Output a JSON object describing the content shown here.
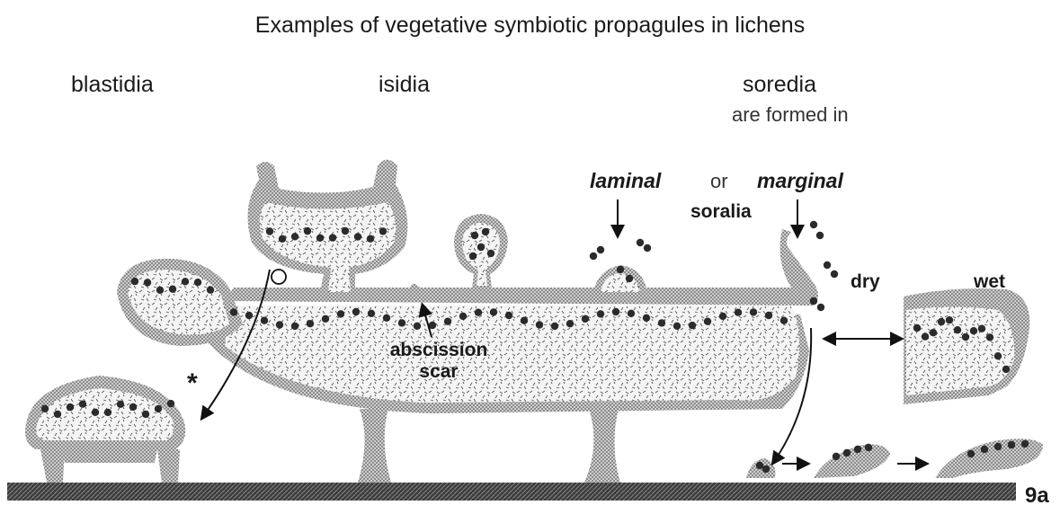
{
  "title": "Examples of vegetative symbiotic propagules in lichens",
  "sections": {
    "blastidia": "blastidia",
    "isidia": "isidia",
    "soredia": "soredia",
    "soredia_sub": "are formed in"
  },
  "soralia": {
    "laminal": "laminal",
    "or": "or",
    "marginal": "marginal",
    "soralia": "soralia"
  },
  "states": {
    "dry": "dry",
    "wet": "wet"
  },
  "annotations": {
    "abscission_1": "abscission",
    "abscission_2": "scar",
    "asterisk": "*"
  },
  "figure_label": "9a",
  "colors": {
    "cortex": "#7a7a7a",
    "medulla": "#dcdcdc",
    "algae": "#2b2b2b",
    "substrate": "#4a4a4a"
  }
}
